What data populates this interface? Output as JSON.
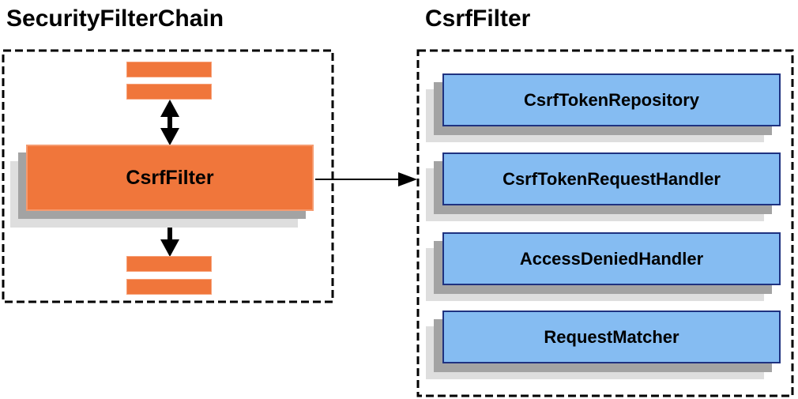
{
  "diagram": {
    "left_panel": {
      "title": "SecurityFilterChain",
      "filter_box_label": "CsrfFilter"
    },
    "right_panel": {
      "title": "CsrfFilter",
      "components": [
        {
          "label": "CsrfTokenRepository"
        },
        {
          "label": "CsrfTokenRequestHandler"
        },
        {
          "label": "AccessDeniedHandler"
        },
        {
          "label": "RequestMatcher"
        }
      ]
    },
    "colors": {
      "orange_fill": "#F0763B",
      "orange_border": "#F7A077",
      "blue_fill": "#85BCF2",
      "blue_border": "#1F3280",
      "shadow_dark": "#A3A3A3",
      "shadow_light": "#DEDEDE",
      "line_color": "#000000"
    }
  }
}
